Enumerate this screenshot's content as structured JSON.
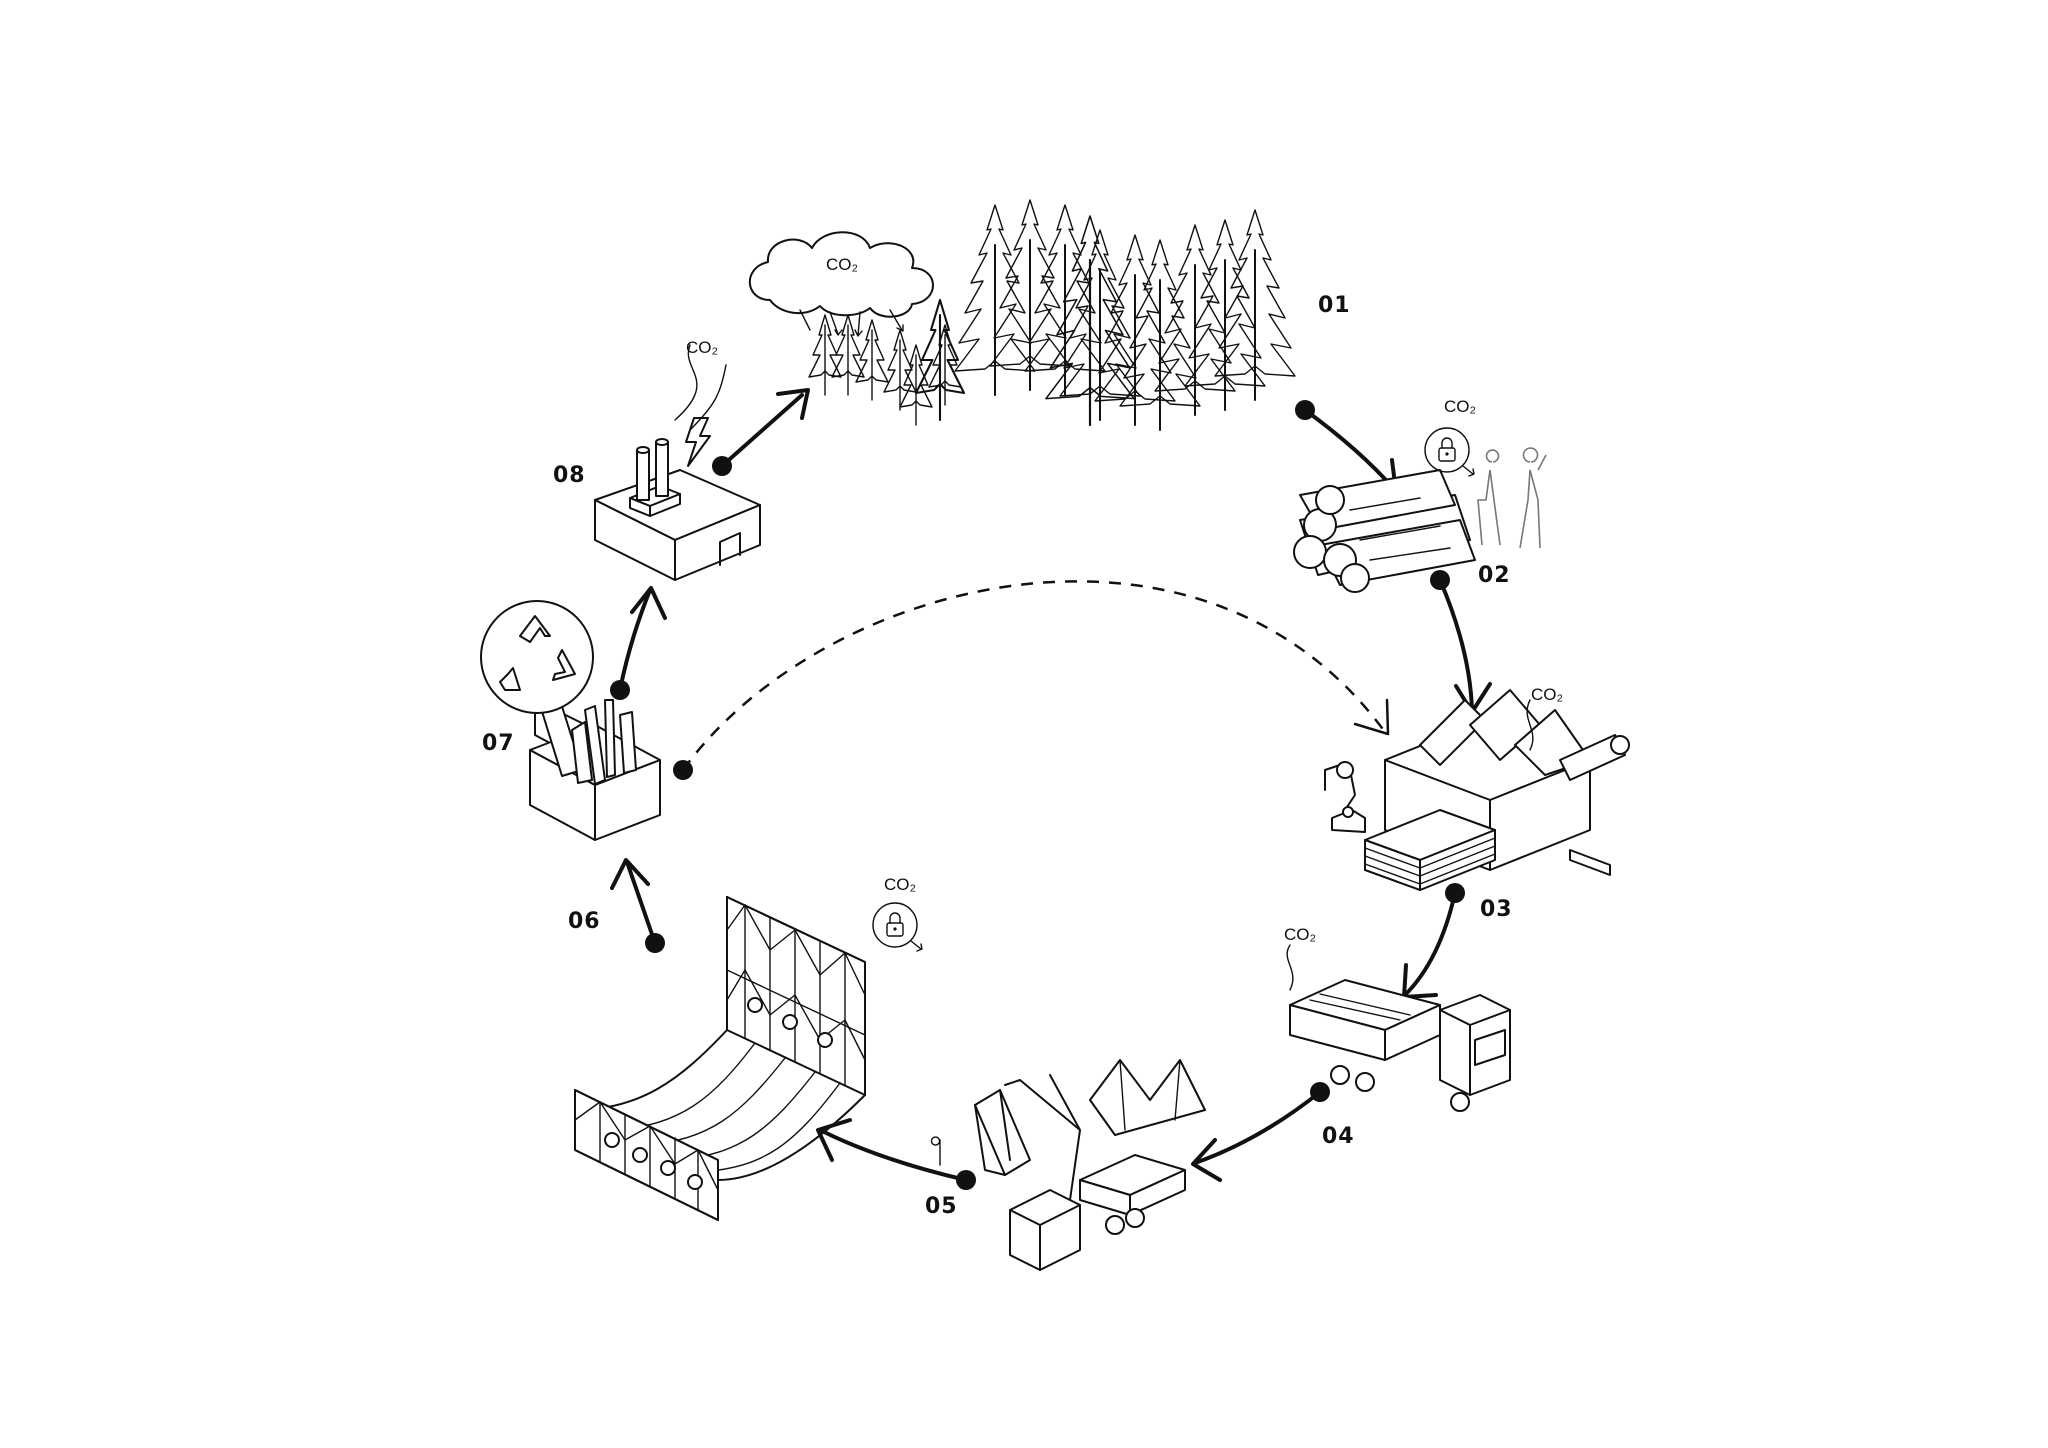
{
  "steps": [
    {
      "id": "01",
      "label": "01",
      "icon": "forest-icon"
    },
    {
      "id": "02",
      "label": "02",
      "icon": "timber-logs-icon"
    },
    {
      "id": "03",
      "label": "03",
      "icon": "sawmill-factory-icon"
    },
    {
      "id": "04",
      "label": "04",
      "icon": "transport-truck-icon"
    },
    {
      "id": "05",
      "label": "05",
      "icon": "crane-truck-icon"
    },
    {
      "id": "06",
      "label": "06",
      "icon": "timber-structure-icon"
    },
    {
      "id": "07",
      "label": "07",
      "icon": "waste-bin-icon"
    },
    {
      "id": "08",
      "label": "08",
      "icon": "power-plant-icon"
    }
  ],
  "co2_labels": {
    "cloud": "CO₂",
    "step02": "CO₂",
    "step03": "CO₂",
    "step04": "CO₂",
    "step06": "CO₂",
    "step08": "CO₂"
  },
  "icons": {
    "recycle": "recycle-icon",
    "lock": "lock-icon",
    "lightning": "lightning-bolt-icon",
    "cloud": "cloud-icon"
  },
  "colors": {
    "line": "#111111",
    "background": "#ffffff"
  }
}
